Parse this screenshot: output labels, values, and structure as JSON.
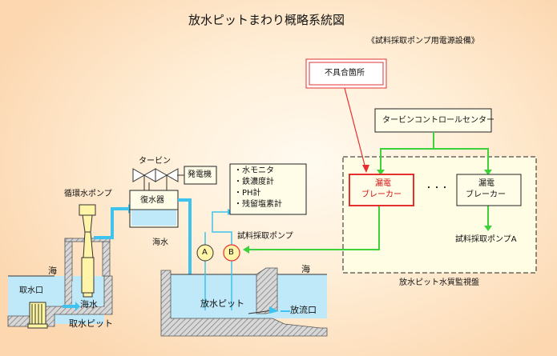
{
  "title": "放水ピットまわり概略系統図",
  "subtitle": "《試料採取ポンプ用電源設備》",
  "labels": {
    "defect": "不具合箇所",
    "control_center": "タービンコントロールセンター",
    "breaker_left": [
      "漏電",
      "ブレーカー"
    ],
    "breaker_right": [
      "漏電",
      "ブレーカー"
    ],
    "dots": "・・・",
    "sampling_pump_a": "試料採取ポンプA",
    "panel": "放水ピット水質監視盤",
    "turbine": "タービン",
    "generator": "発電機",
    "condenser": "復水器",
    "circ_pump": "循環水ポンプ",
    "seawater": "海水",
    "sea_left": "海",
    "sea_right": "海",
    "intake": "取水口",
    "intake_pit": "取水ピット",
    "seawater_in_pit": "海水",
    "discharge_pit": "放水ピット",
    "outlet": "放流口",
    "sampling_pump": "試料採取ポンプ",
    "pump_a": "A",
    "pump_b": "B",
    "monitor_items": [
      "・水モニタ",
      "・鉄濃度計",
      "・PH計",
      "・残留塩素計"
    ]
  },
  "colors": {
    "water": "#3ec3ee",
    "water_fill": "#bfe8f8",
    "green_line": "#3cd23c",
    "red": "#ee2222",
    "pump_yellow": "#fff4a8"
  }
}
